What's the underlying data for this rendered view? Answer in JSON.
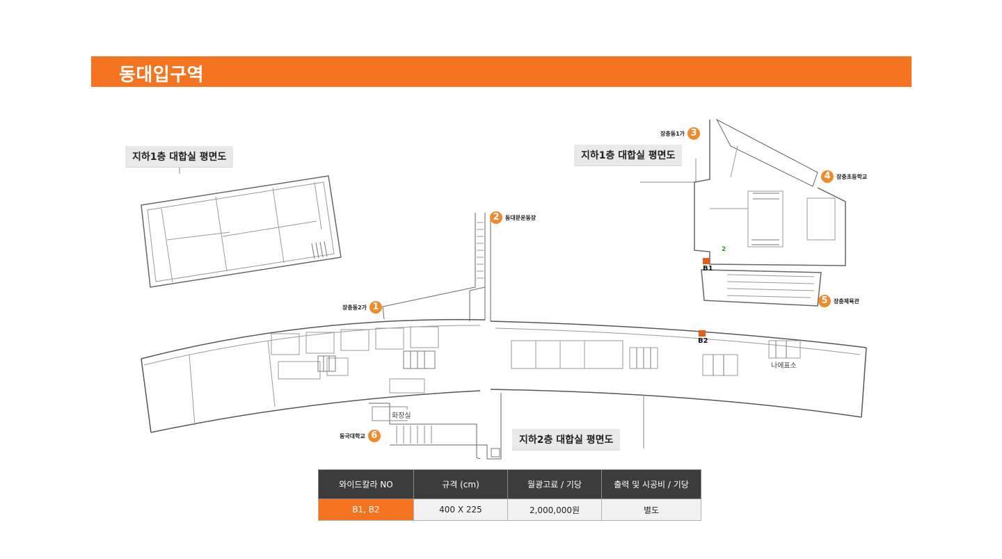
{
  "header": {
    "title": "동대입구역"
  },
  "plans": {
    "b1_left": "지하1층 대합실 평면도",
    "b1_right": "지하1층 대합실 평면도",
    "b2": "지하2층 대합실 평면도"
  },
  "exits": [
    {
      "number": "1",
      "label": "장충동2가"
    },
    {
      "number": "2",
      "label": "동대문운동장"
    },
    {
      "number": "3",
      "label": "장충동1가"
    },
    {
      "number": "4",
      "label": "장충초등학교"
    },
    {
      "number": "5",
      "label": "장충체육관"
    },
    {
      "number": "6",
      "label": "동국대학교"
    }
  ],
  "boards": {
    "b1": "B1",
    "b2": "B2",
    "marker": "2"
  },
  "rooms": {
    "toilet": "화장실",
    "lost_found": "나에표소"
  },
  "table": {
    "headers": [
      "와이드칼라 NO",
      "규격 (cm)",
      "월광고료 / 기당",
      "출력 및 시공비 / 기당"
    ],
    "row": [
      "B1, B2",
      "400 X 225",
      "2,000,000원",
      "별도"
    ]
  },
  "colors": {
    "accent": "#f47421",
    "header_bg": "#3c3c3c",
    "exit_badge": "#f08a2c"
  }
}
